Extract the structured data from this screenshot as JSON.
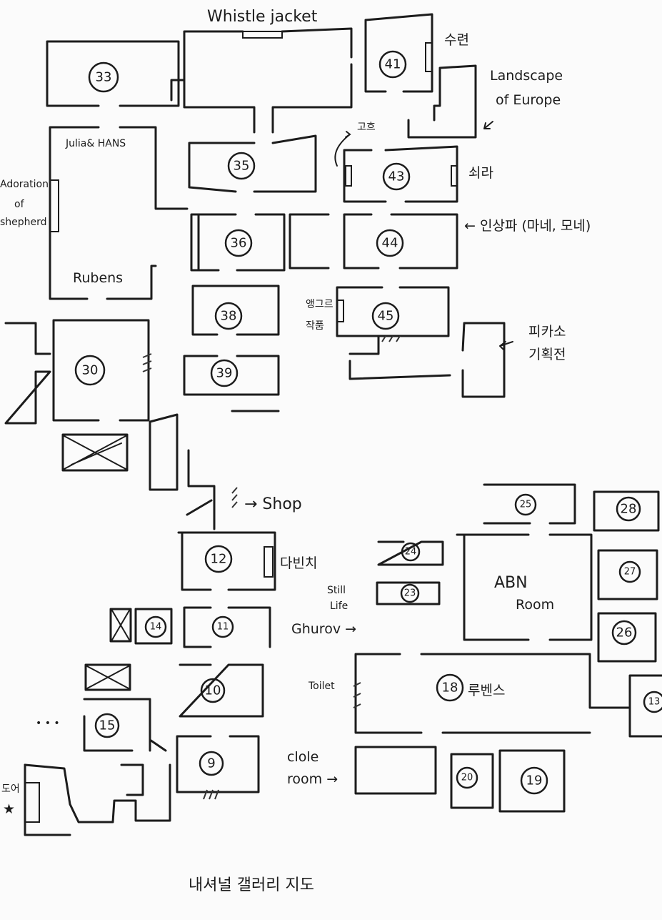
{
  "title": "내셔널 갤러리 지도",
  "rooms": [
    {
      "id": "33",
      "label": "33"
    },
    {
      "id": "35",
      "label": "35"
    },
    {
      "id": "36",
      "label": "36"
    },
    {
      "id": "38",
      "label": "38"
    },
    {
      "id": "39",
      "label": "39"
    },
    {
      "id": "30",
      "label": "30"
    },
    {
      "id": "41",
      "label": "41"
    },
    {
      "id": "43",
      "label": "43"
    },
    {
      "id": "44",
      "label": "44"
    },
    {
      "id": "45",
      "label": "45"
    },
    {
      "id": "12",
      "label": "12"
    },
    {
      "id": "11",
      "label": "11"
    },
    {
      "id": "14",
      "label": "14"
    },
    {
      "id": "10",
      "label": "10"
    },
    {
      "id": "9",
      "label": "9"
    },
    {
      "id": "15",
      "label": "15"
    },
    {
      "id": "25",
      "label": "25"
    },
    {
      "id": "28",
      "label": "28"
    },
    {
      "id": "27",
      "label": "27"
    },
    {
      "id": "26",
      "label": "26"
    },
    {
      "id": "24",
      "label": "24"
    },
    {
      "id": "23",
      "label": "23"
    },
    {
      "id": "18",
      "label": "18"
    },
    {
      "id": "20",
      "label": "20"
    },
    {
      "id": "19",
      "label": "19"
    },
    {
      "id": "13",
      "label": "13"
    }
  ],
  "labels": {
    "whistlejacket": "Whistle jacket",
    "sugeon": "수련",
    "landscape_1": "Landscape",
    "landscape_2": "of Europe",
    "go": "고흐",
    "seurat": "쇠라",
    "impressionism": "← 인상파 (마네, 모네)",
    "julia_hans": "Julia& HANS",
    "adoration_1": "Adoration",
    "adoration_2": "of",
    "adoration_3": "shepherd",
    "rubens_top": "Rubens",
    "ingres_1": "앵그르",
    "ingres_2": "작품",
    "picasso_1": "피카소",
    "picasso_2": "기획전",
    "shop": "→ Shop",
    "davinci": "다빈치",
    "still_life_1": "Still",
    "still_life_2": "Life",
    "ghurov": "Ghurov →",
    "abn_1": "ABN",
    "abn_2": "Room",
    "toilet": "Toilet",
    "cloakroom_1": "clole",
    "cloakroom_2": "room →",
    "rubens_18": "루벤스",
    "ellipsis": "• • •",
    "entrance": "도어",
    "star": "★"
  },
  "colors": {
    "ink": "#1c1c1c",
    "paper": "#fbfbfb"
  }
}
